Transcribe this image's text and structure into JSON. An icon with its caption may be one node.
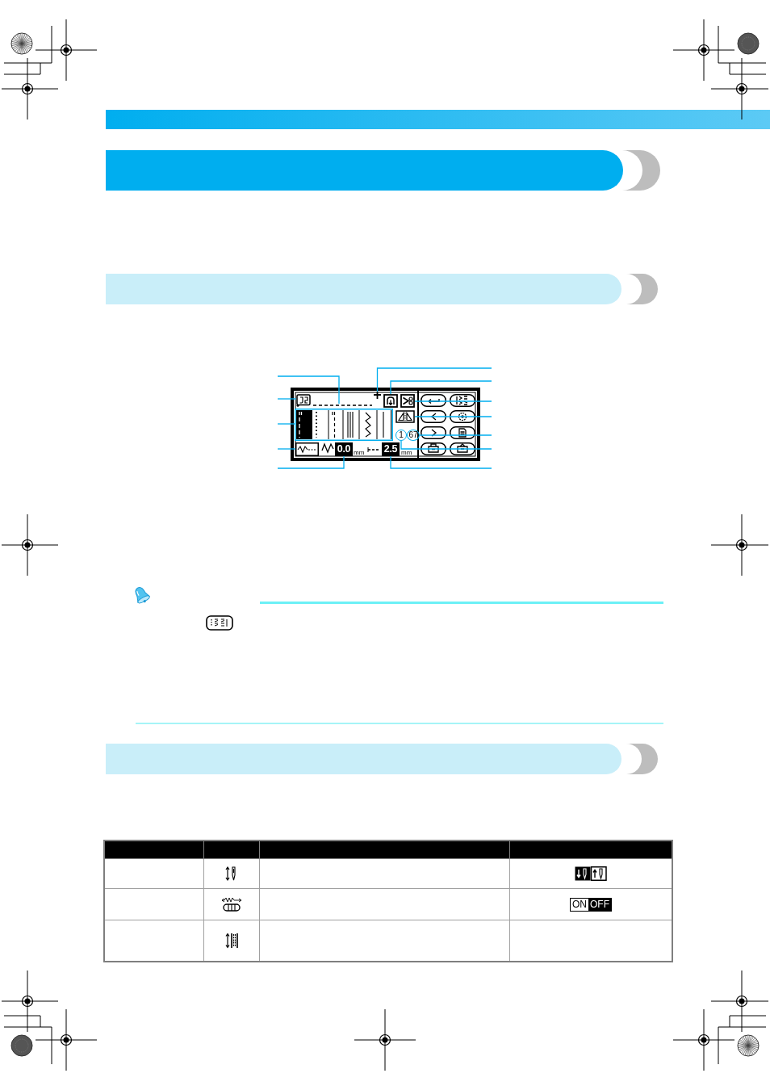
{
  "diagram": {
    "nodes": [
      {
        "text": [],
        "shape": "box"
      },
      {
        "text": [],
        "shape": "picture",
        "in": 0
      },
      {
        "text": [],
        "shape": "line",
        "in": 0
      },
      {
        "text": [],
        "shape": "picture",
        "in": 0
      },
      {
        "text": [],
        "shape": "picture",
        "in": 0
      },
      {
        "text": [],
        "shape": "picture",
        "in": 0
      },
      {
        "text": [],
        "shape": "picture",
        "in": 0
      },
      {
        "text": [],
        "shape": "picture",
        "in": 0
      },
      {
        "text": [],
        "shape": "picture",
        "in": 0
      },
      {
        "text": [],
        "shape": "picture",
        "in": 0
      },
      {
        "text": [],
        "shape": "picture",
        "in": 0
      },
      {
        "text": [],
        "shape": "picture",
        "in": 0
      },
      {
        "text": [
          "1"
        ],
        "in": 0
      },
      {
        "text": [
          "67"
        ],
        "in": 0
      },
      {
        "text": [],
        "shape": "picture",
        "in": 0
      },
      {
        "text": [],
        "shape": "picture",
        "in": 0
      },
      {
        "text": [],
        "shape": "picture",
        "in": 0
      },
      {
        "text": [
          "0.0"
        ],
        "beside": [
          "mm"
        ],
        "in": 0
      },
      {
        "text": [
          "2.5"
        ],
        "beside": [
          "mm"
        ],
        "in": 0
      },
      {
        "text": [],
        "shape": "picture",
        "in": 0
      },
      {
        "text": [],
        "shape": "picture",
        "in": 0
      }
    ],
    "edges": [
      {
        "from": null,
        "to": 2,
        "arrow": "none"
      },
      {
        "from": null,
        "to": 1,
        "arrow": "none"
      },
      {
        "from": null,
        "to": 8,
        "arrow": "none"
      },
      {
        "from": null,
        "to": 16,
        "arrow": "none"
      },
      {
        "from": null,
        "to": 17,
        "arrow": "none"
      },
      {
        "from": null,
        "to": 3,
        "arrow": "none"
      },
      {
        "from": null,
        "to": 4,
        "arrow": "none"
      },
      {
        "from": null,
        "to": 5,
        "arrow": "none"
      },
      {
        "from": null,
        "to": 9,
        "arrow": "none"
      },
      {
        "from": null,
        "to": 13,
        "arrow": "none"
      },
      {
        "from": null,
        "to": 12,
        "arrow": "none"
      },
      {
        "from": null,
        "to": 18,
        "arrow": "none"
      }
    ],
    "labels": [
      "ON",
      "OFF"
    ]
  }
}
